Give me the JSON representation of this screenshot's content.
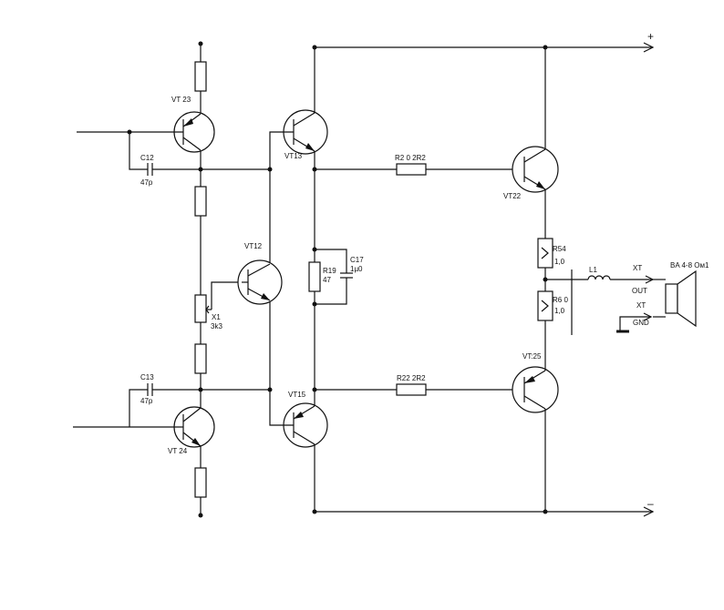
{
  "labels": {
    "vt23": "VT 23",
    "vt13": "VT13",
    "vt12": "VT12",
    "vt15": "VT15",
    "vt24": "VT 24",
    "vt22": "VT22",
    "vt25": "VT:25",
    "c12": "C12",
    "c12_val": "47p",
    "c13": "C13",
    "c13_val": "47p",
    "c17": "C17",
    "c17_val": "1µ0",
    "r19": "R19",
    "r19_val": "47",
    "r20": "R2 0 2R2",
    "r22": "R22 2R2",
    "x1": "X1",
    "x1_val": "3k3",
    "r54": "R54",
    "r54_val": "1,0",
    "r60": "R6 0",
    "r60_val": "1,0",
    "l1": "L1",
    "xt_out": "XT",
    "out": "OUT",
    "xt_gnd": "XT",
    "gnd": "GND",
    "speaker": "BA 4-8 Ом1",
    "plus": "+",
    "minus": "–"
  }
}
